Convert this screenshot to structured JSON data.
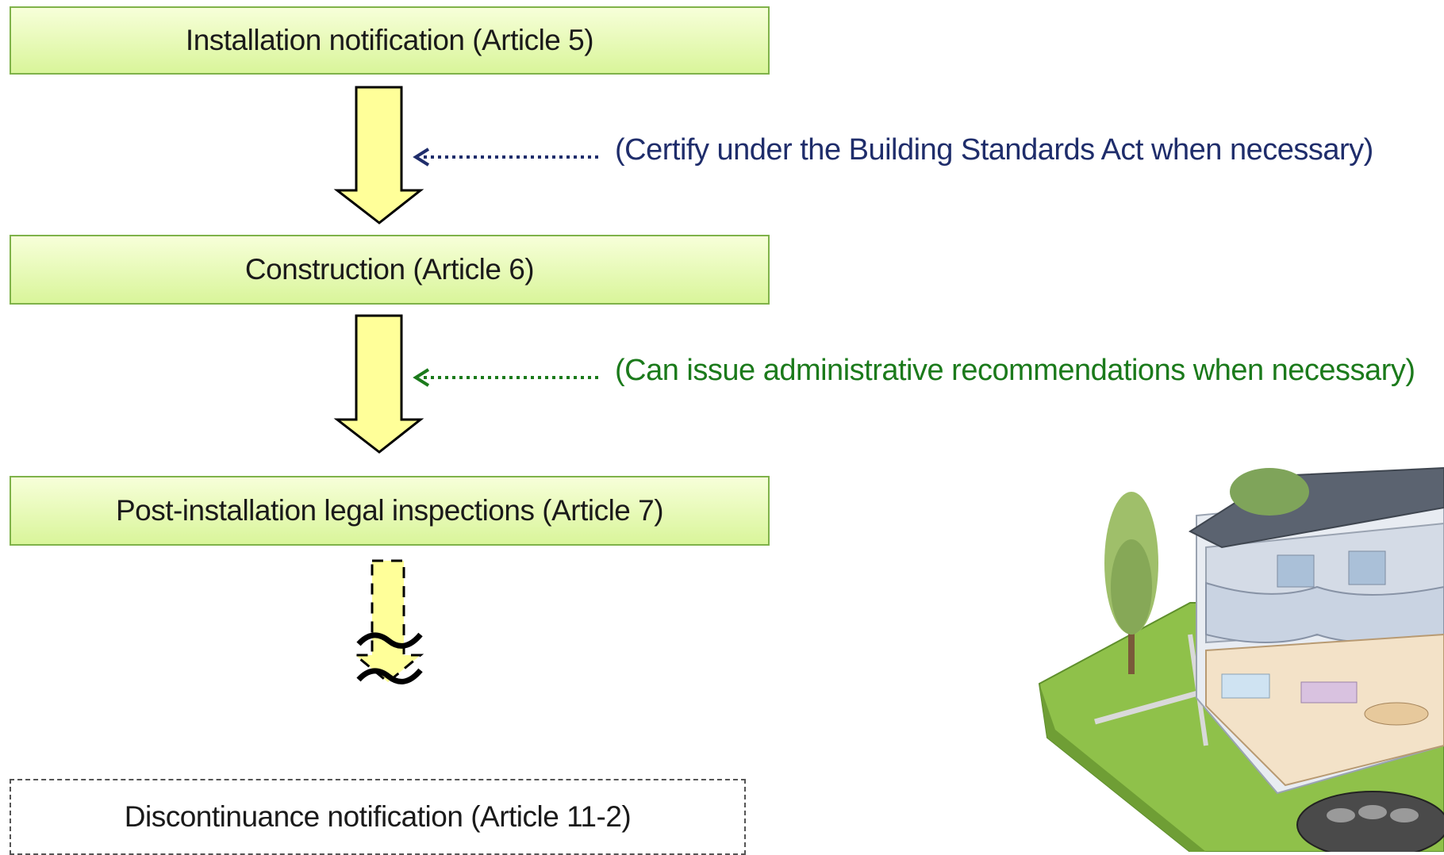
{
  "steps": [
    {
      "label": "Installation notification (Article 5)"
    },
    {
      "label": "Construction (Article 6)"
    },
    {
      "label": "Post-installation legal inspections (Article 7)"
    },
    {
      "label": "Discontinuance notification (Article 11-2)"
    }
  ],
  "notes": [
    {
      "text": "(Certify under the Building Standards Act when necessary)",
      "color": "#1f2d6b"
    },
    {
      "text": "(Can issue administrative recommendations when necessary)",
      "color": "#1b7a1b"
    }
  ],
  "colors": {
    "box_fill_top": "#f7ffd9",
    "box_fill_bottom": "#d9f59a",
    "box_border": "#7fb24a",
    "arrow_fill": "#ffff99"
  },
  "illustration": {
    "icon": "house-cutaway-with-septic-tank"
  }
}
